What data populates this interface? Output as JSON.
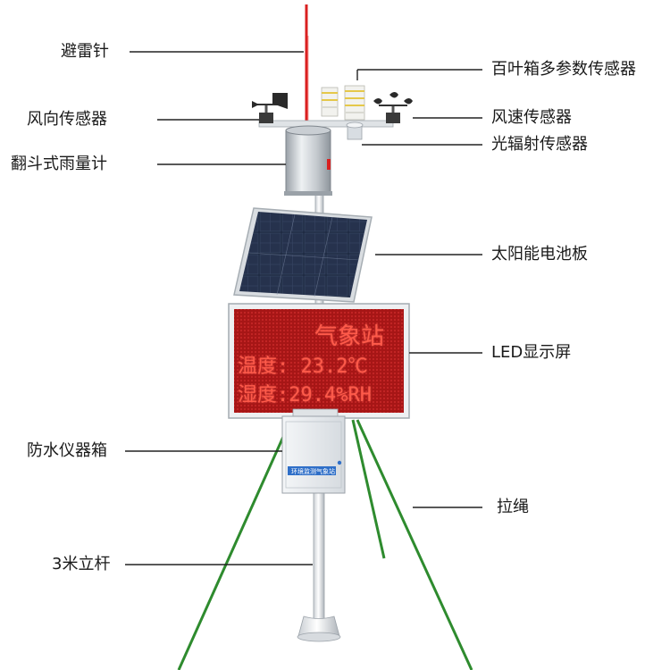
{
  "labels": {
    "lightning_rod": "避雷针",
    "wind_direction_sensor": "风向传感器",
    "tipping_bucket_rain_gauge": "翻斗式雨量计",
    "louver_box_multi_sensor": "百叶箱多参数传感器",
    "wind_speed_sensor": "风速传感器",
    "light_radiation_sensor": "光辐射传感器",
    "solar_panel": "太阳能电池板",
    "led_display": "LED显示屏",
    "waterproof_instrument_box": "防水仪器箱",
    "guy_wire": "拉绳",
    "pole": "3米立杆"
  },
  "led": {
    "title": "气象站",
    "line1": "温度: 23.2℃",
    "line2": "湿度:29.4%RH"
  },
  "box": {
    "tag": "环境监测气象站"
  },
  "colors": {
    "led_background": "#b01818",
    "led_text": "#ff5a4a",
    "guy_wire": "#2e8b2e",
    "lightning_rod": "#d92020",
    "leader_line": "#222222"
  }
}
